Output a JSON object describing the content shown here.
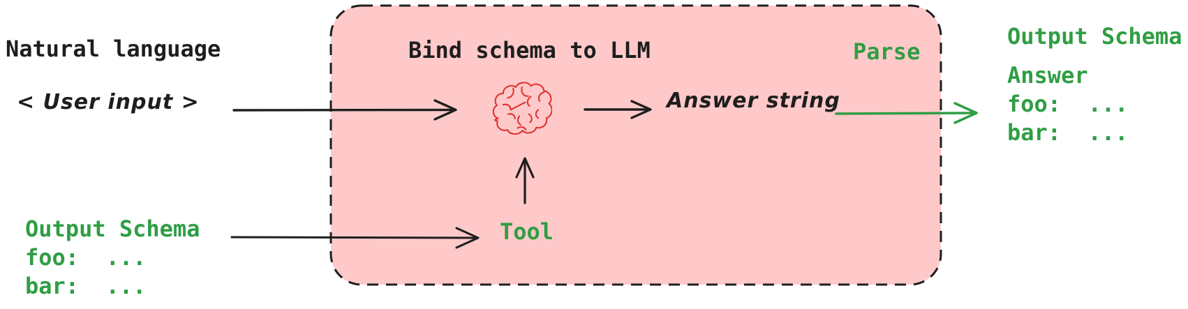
{
  "colors": {
    "ink": "#1e1e1e",
    "green": "#2f9e44",
    "pink_fill": "#ffc9c9",
    "brain_red": "#e03131",
    "background": "#ffffff"
  },
  "left_input": {
    "label": "Natural language",
    "value": "< User input >"
  },
  "schema_in": {
    "title": "Output Schema",
    "line1": "foo:  ...",
    "line2": "bar:  ..."
  },
  "bind_box": {
    "title": "Bind schema to LLM",
    "parse_label": "Parse",
    "tool_label": "Tool",
    "answer_label": "Answer string",
    "llm_icon": "brain-icon"
  },
  "output": {
    "title": "Output Schema",
    "subtitle": "Answer",
    "line1": "foo:  ...",
    "line2": "bar:  ..."
  }
}
